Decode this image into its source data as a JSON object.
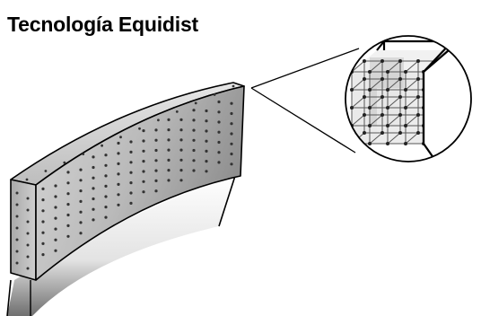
{
  "title": "Tecnología Equidist",
  "colors": {
    "ink": "#000000",
    "dot": "#333333",
    "face_light": "#c8c8c8",
    "face_dark": "#8a8a8a",
    "bond_fill": "#b0b0b0"
  },
  "icons": [
    "segment-illustration",
    "magnifier-circle",
    "diamond-grid-cube"
  ]
}
